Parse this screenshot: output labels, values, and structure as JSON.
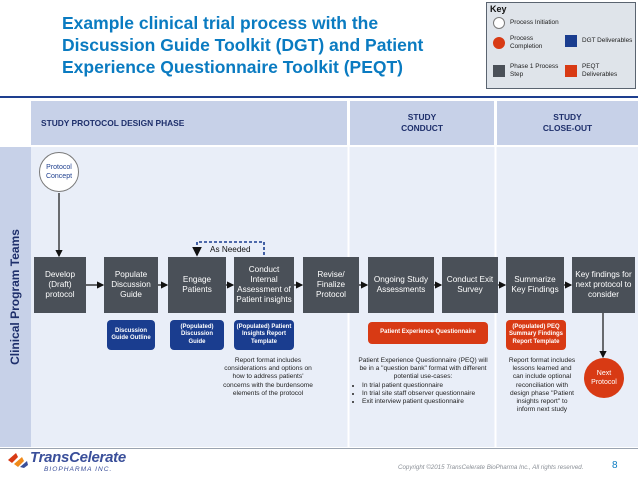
{
  "title": "Example clinical trial process with the Discussion Guide Toolkit (DGT) and Patient Experience Questionnaire Toolkit (PEQT)",
  "key": {
    "title": "Key",
    "items": [
      {
        "label": "Process Initiation",
        "swatch": "circle"
      },
      {
        "label": "Process Completion",
        "swatch": "red-circle"
      },
      {
        "label": "DGT Deliverables",
        "swatch": "blue"
      },
      {
        "label": "Phase 1 Process Step",
        "swatch": "dark"
      },
      {
        "label": "PEQT Deliverables",
        "swatch": "red"
      }
    ]
  },
  "phases": {
    "design": "STUDY PROTOCOL DESIGN PHASE",
    "conduct": "STUDY CONDUCT",
    "closeout": "STUDY CLOSE-OUT"
  },
  "lane_label": "Clinical Program Teams",
  "start_node": "Protocol Concept",
  "as_needed": "As Needed",
  "steps": [
    "Develop (Draft) protocol",
    "Populate Discussion Guide",
    "Engage Patients",
    "Conduct Internal Assessment of Patient insights",
    "Revise/ Finalize Protocol",
    "Ongoing Study Assessments",
    "Conduct Exit Survey",
    "Summarize Key Findings",
    "Key findings for next protocol to consider"
  ],
  "deliverables": {
    "dgt1": "Discussion Guide Outline",
    "dgt2": "(Populated) Discussion Guide",
    "dgt3": "(Populated) Patient Insights Report Template",
    "peqt1": "Patient Experience Questionnaire",
    "peqt2": "(Populated) PEQ Summary Findings Report Template"
  },
  "end_node": "Next Protocol",
  "notes": {
    "report": "Report format includes considerations and options on how to address patients' concerns with the burdensome elements of the protocol",
    "peq_intro": "Patient Experience Questionnaire (PEQ) will be in a \"question bank\" format with different potential use-cases:",
    "peq_items": [
      "In trial patient questionnaire",
      "In trial site staff observer questionnaire",
      "Exit interview patient questionnaire"
    ],
    "closeout": "Report format includes lessons learned and can include optional reconciliation with design phase \"Patient insights report\" to inform next study"
  },
  "logo": {
    "name": "TransCelerate",
    "sub": "BIOPHARMA INC."
  },
  "footer": {
    "copyright": "Copyright ©2015 TransCelerate BioPharma Inc., All rights reserved.",
    "page": "8"
  },
  "colors": {
    "title": "#0a7bc1",
    "step": "#4a5058",
    "dgt": "#1a3d8f",
    "peqt": "#d83a14",
    "lane": "#e9eef8",
    "phase_bar": "#c7d1e8"
  }
}
